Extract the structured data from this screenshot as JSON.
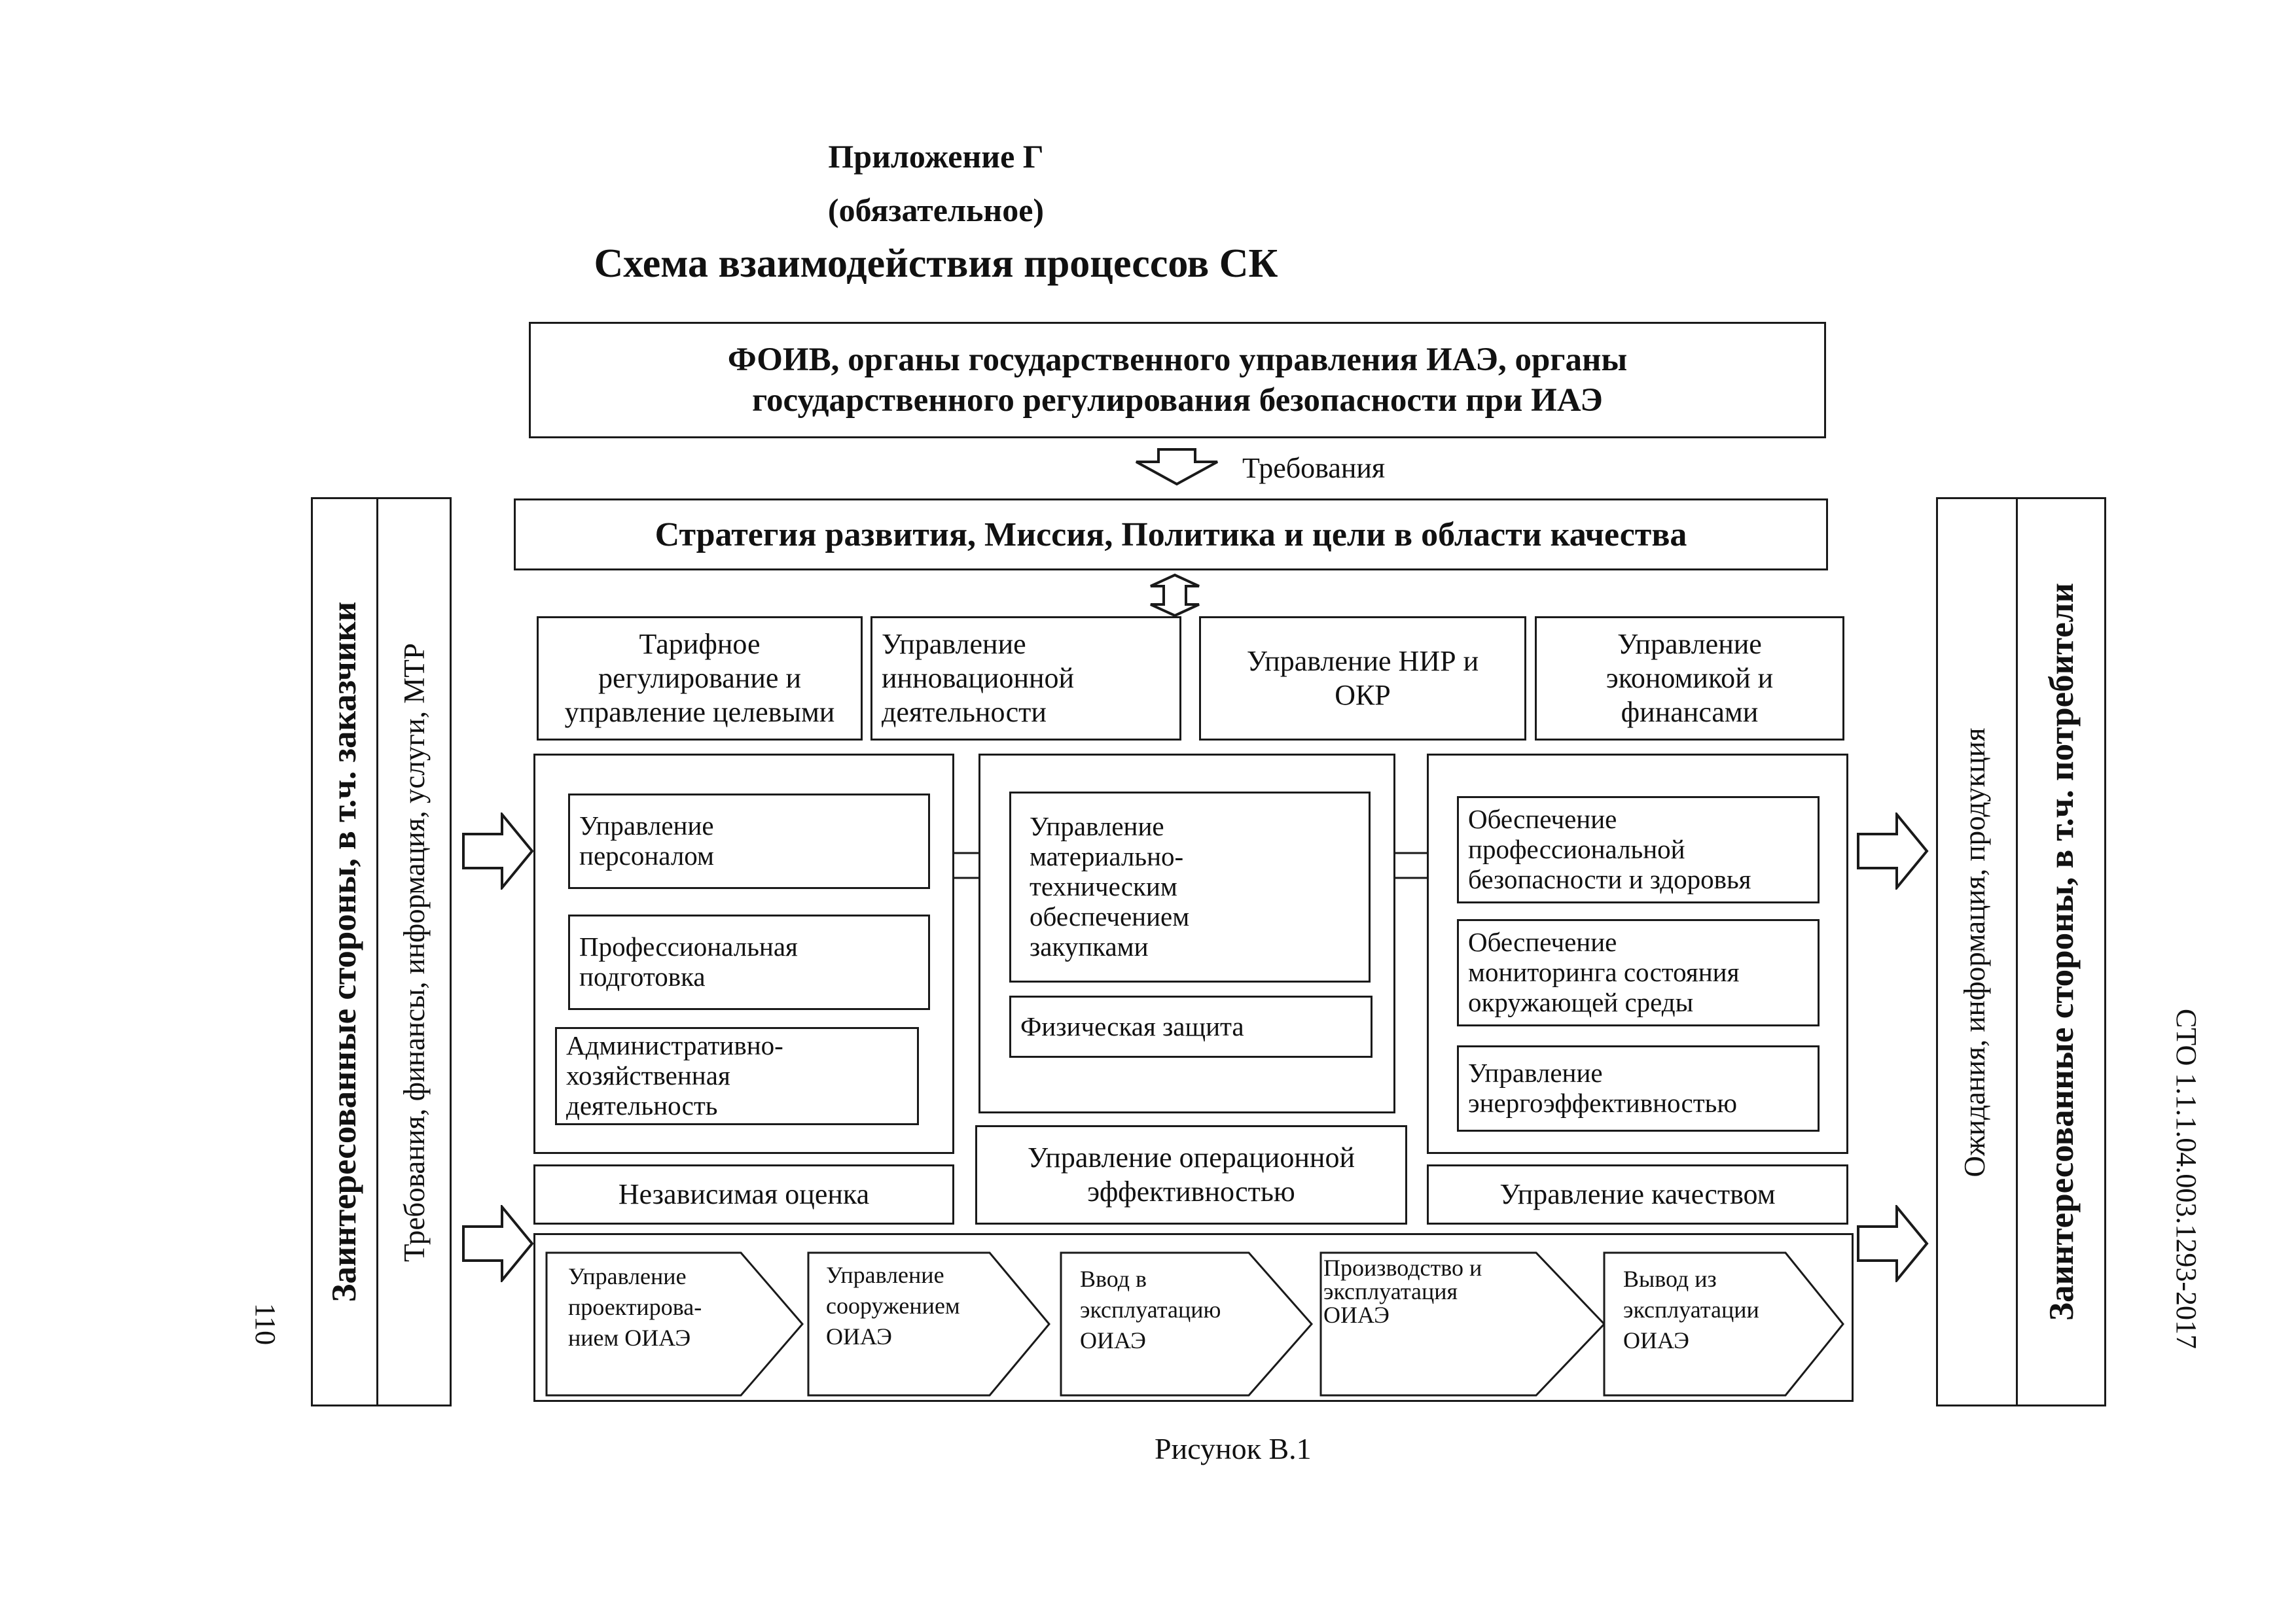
{
  "header": {
    "appendix": "Приложение Г",
    "status": "(обязательное)",
    "title": "Схема взаимодействия процессов СК"
  },
  "top_box": "ФОИВ, органы государственного управления ИАЭ, органы\nгосударственного регулирования безопасности при ИАЭ",
  "requirements_label": "Требования",
  "strategy_box": "Стратегия развития, Миссия, Политика и цели в области качества",
  "top_processes": [
    "Тарифное\nрегулирование и\nуправление целевыми",
    "Управление\nинновационной\nдеятельности",
    "Управление НИР и\nОКР",
    "Управление\nэкономикой и\nфинансами"
  ],
  "left_group": [
    "Управление\nперсоналом",
    "Профессиональная\nподготовка",
    "Административно-\nхозяйственная\nдеятельность"
  ],
  "center_group": [
    "Управление\nматериально-\nтехническим\nобеспечением\nзакупками",
    "Физическая защита"
  ],
  "right_group": [
    "Обеспечение\nпрофессиональной\nбезопасности и здоровья",
    "Обеспечение\nмониторинга состояния\nокружающей среды",
    "Управление\nэнергоэффективностью"
  ],
  "bottom_row": {
    "independent": "Независимая оценка",
    "operational": "Управление операционной\nэффективностью",
    "quality": "Управление качеством"
  },
  "lifecycle": [
    "Управление\nпроектирова-\nнием ОИАЭ",
    "Управление\nсооружением\nОИАЭ",
    "Ввод в\nэксплуатацию\nОИАЭ",
    "Производство и\nэксплуатация\nОИАЭ",
    "Вывод из\nэксплуатации\nОИАЭ"
  ],
  "left_side": {
    "title": "Заинтересованные стороны, в т.ч. заказчики",
    "subtitle": "Требования, финансы, информация, услуги, МТР"
  },
  "right_side": {
    "subtitle": "Ожидания, информация, продукция",
    "title": "Заинтересованные стороны, в т.ч. потребители"
  },
  "figure_caption": "Рисунок В.1",
  "page_number": "110",
  "doc_code": "СТО 1.1.1.04.003.1293-2017"
}
